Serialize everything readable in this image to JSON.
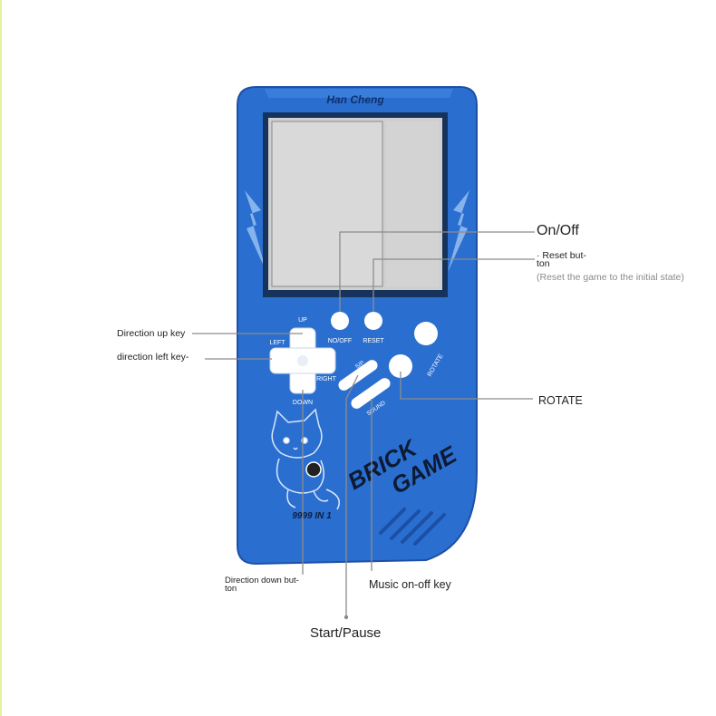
{
  "brand": "Han Cheng",
  "device": {
    "body_color": "#2a6fd0",
    "dark_color": "#1c4fa6",
    "screen_color": "#cfcfcf",
    "button_color": "#ffffff",
    "brick_line1": "BRICK",
    "brick_line2": "GAME",
    "count_text": "9999 IN 1",
    "labels": {
      "up": "UP",
      "left": "LEFT",
      "right": "RIGHT",
      "down": "DOWN",
      "on_off": "NO/OFF",
      "reset": "RESET",
      "sp": "S/P",
      "sound": "SOUND",
      "rotate": "ROTATE"
    }
  },
  "callouts": {
    "on_off": "On/Off",
    "reset_line1": "· Reset but-",
    "reset_line2": "ton",
    "reset_desc": "(Reset the game to the initial state)",
    "direction_up": "Direction up key",
    "direction_left": "direction left key-",
    "rotate": "ROTATE",
    "direction_down_line1": "Direction down but-",
    "direction_down_line2": "ton",
    "music": "Music on-off key",
    "start_pause": "Start/Pause"
  }
}
